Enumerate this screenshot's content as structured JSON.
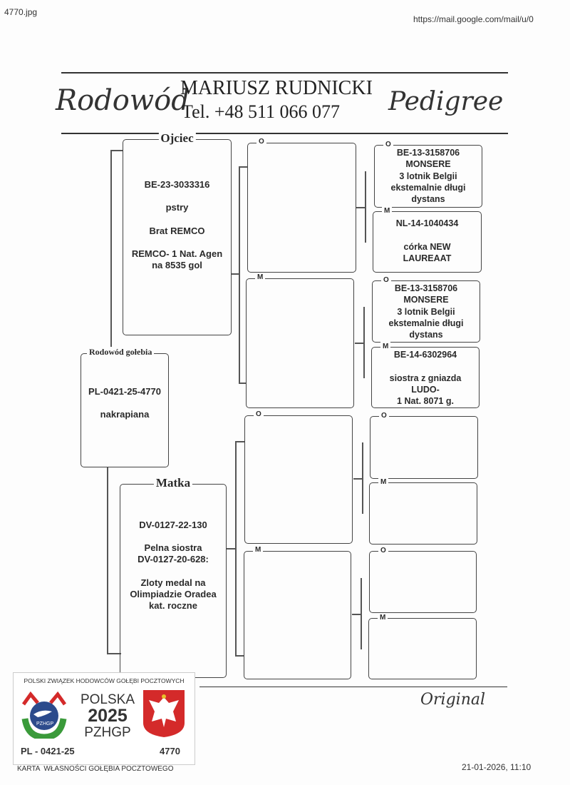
{
  "file_name": "4770.jpg",
  "url": "https://mail.google.com/mail/u/0",
  "footer_timestamp": "21-01-2026, 11:10",
  "header": {
    "left_script": "Rodowód",
    "name": "MARIUSZ RUDNICKI",
    "phone": "Tel. +48 511 066 077",
    "right_script": "Pedigree"
  },
  "subject": {
    "label": "Rodowód gołebia",
    "text": "PL-0421-25-4770\n\nnakrapiana"
  },
  "father": {
    "label": "Ojciec",
    "text": "BE-23-3033316\n\npstry\n\nBrat REMCO\n\nREMCO- 1 Nat. Agen\nna 8535 gol"
  },
  "mother": {
    "label": "Matka",
    "text": "DV-0127-22-130\n\nPelna siostra\nDV-0127-20-628:\n\nZloty medal na\nOlimpiadzie Oradea\nkat. roczne"
  },
  "gen2": [
    {
      "label": "O",
      "text": ""
    },
    {
      "label": "M",
      "text": ""
    },
    {
      "label": "O",
      "text": ""
    },
    {
      "label": "M",
      "text": ""
    }
  ],
  "gen3": [
    {
      "label": "O",
      "text": "BE-13-3158706\nMONSERE\n3 lotnik Belgii\nekstemalnie długi\ndystans"
    },
    {
      "label": "M",
      "text": "NL-14-1040434\n\ncórka NEW\nLAUREAAT"
    },
    {
      "label": "O",
      "text": "BE-13-3158706\nMONSERE\n3 lotnik Belgii\nekstemalnie długi\ndystans"
    },
    {
      "label": "M",
      "text": "BE-14-6302964\n\nsiostra z gniazda\nLUDO-\n1 Nat. 8071 g."
    },
    {
      "label": "O",
      "text": ""
    },
    {
      "label": "M",
      "text": ""
    },
    {
      "label": "O",
      "text": ""
    },
    {
      "label": "M",
      "text": ""
    }
  ],
  "original_mark": "Original",
  "card": {
    "org": "POLSKI ZWIĄZEK HODOWCÓW GOŁĘBI POCZTOWYCH",
    "line1": "POLSKA",
    "year": "2025",
    "line3": "PZHGP",
    "emblem_text": "PZHGP",
    "ring": "PL - 0421-25",
    "number": "4770",
    "footer": "KARTA  WŁASNOŚCI GOŁĘBIA POCZTOWEGO"
  },
  "colors": {
    "red": "#d42a2a",
    "blue": "#2c4b8c",
    "green": "#3a9a3a"
  }
}
